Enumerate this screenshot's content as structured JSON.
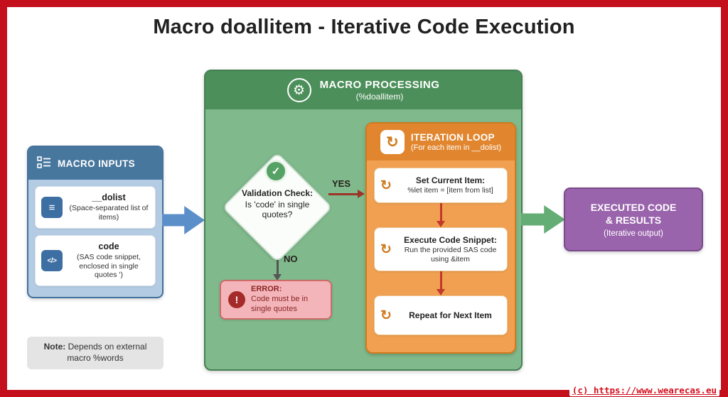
{
  "title": "Macro doallitem - Iterative Code Execution",
  "icons": {
    "gear": "⚙",
    "loop": "↻",
    "check": "✓",
    "error": "!",
    "list": "≡",
    "code": "</>"
  },
  "inputs": {
    "header": "MACRO INPUTS",
    "items": [
      {
        "name": "__dolist",
        "desc": "(Space-separated list of items)"
      },
      {
        "name": "code",
        "desc": "(SAS code snippet, enclosed in single quotes ')"
      }
    ]
  },
  "processing": {
    "header": "MACRO PROCESSING",
    "subheader": "(%doallitem)",
    "validation": {
      "title": "Validation Check:",
      "question": "Is 'code' in single quotes?"
    },
    "yes_label": "YES",
    "no_label": "NO",
    "error": {
      "title": "ERROR:",
      "text": "Code must be in single quotes"
    }
  },
  "loop": {
    "header": "ITERATION LOOP",
    "subheader": "(For each item in __dolist)",
    "steps": [
      {
        "title": "Set Current Item:",
        "desc": "%let item = [item from list]"
      },
      {
        "title": "Execute Code Snippet:",
        "desc": "Run the provided SAS code using &item"
      },
      {
        "title": "Repeat for Next Item",
        "desc": ""
      }
    ]
  },
  "output": {
    "title": "EXECUTED CODE & RESULTS",
    "subtitle": "(Iterative output)"
  },
  "note": {
    "label": "Note:",
    "text": " Depends on external macro %words"
  },
  "copyright": "(c) https://www.wearecas.eu",
  "colors": {
    "border_red": "#c3101c",
    "inputs_blue": "#48779e",
    "processing_green": "#4c8f5a",
    "loop_orange": "#e1862e",
    "error_red": "#a52a2a",
    "output_purple": "#9a64ad"
  }
}
